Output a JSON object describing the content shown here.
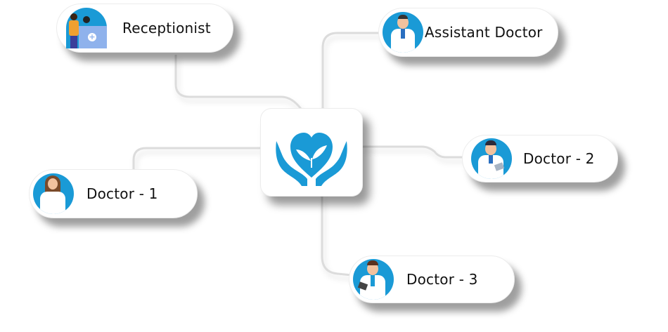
{
  "diagram": {
    "center": {
      "name": "Healthcare Care Logo",
      "icon": "heart-hands-leaf-icon",
      "color": "#1a9ad6"
    },
    "nodes": [
      {
        "id": "receptionist",
        "label": "Receptionist",
        "icon": "receptionist-avatar"
      },
      {
        "id": "assistant-doctor",
        "label": "Assistant Doctor",
        "icon": "assistant-doctor-avatar"
      },
      {
        "id": "doctor-2",
        "label": "Doctor - 2",
        "icon": "doctor-2-avatar"
      },
      {
        "id": "doctor-1",
        "label": "Doctor - 1",
        "icon": "doctor-1-avatar"
      },
      {
        "id": "doctor-3",
        "label": "Doctor - 3",
        "icon": "doctor-3-avatar"
      }
    ],
    "edges": [
      {
        "from": "center",
        "to": "receptionist"
      },
      {
        "from": "center",
        "to": "assistant-doctor"
      },
      {
        "from": "center",
        "to": "doctor-2"
      },
      {
        "from": "center",
        "to": "doctor-1"
      },
      {
        "from": "center",
        "to": "doctor-3"
      }
    ],
    "colors": {
      "accent": "#1a9ad6",
      "wire": "#dedede",
      "text": "#111111"
    }
  }
}
